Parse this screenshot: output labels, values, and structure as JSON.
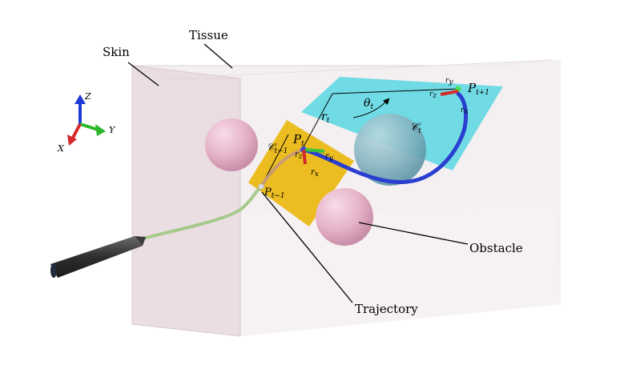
{
  "labels": {
    "skin": "Skin",
    "tissue": "Tissue",
    "obstacle": "Obstacle",
    "trajectory": "Trajectory"
  },
  "axes": {
    "z": "Z",
    "y": "Y",
    "x": "X"
  },
  "math": {
    "p_t": "P",
    "p_t_sub": "t",
    "p_t1": "P",
    "p_t1_sub": "t+1",
    "p_tm1": "P",
    "p_tm1_sub": "t−1",
    "c_t": "𝒞",
    "c_t_sub": "t",
    "c_tm1": "𝒞",
    "c_tm1_sub": "t−1",
    "r_t": "r",
    "r_t_sub": "t",
    "theta_t": "θ",
    "theta_t_sub": "t",
    "rx": "r",
    "rx_sub": "x",
    "ry": "r",
    "ry_sub": "y",
    "rz": "r",
    "rz_sub": "z"
  },
  "colors": {
    "tissue_box": "#efe6ea",
    "obstacle": "#e8b4cc",
    "plane_current": "#46d4e0",
    "plane_previous": "#e9b90f",
    "path_future": "#2a3fd0",
    "path_past": "#a6c98c",
    "needle_body": "#3a3a3a",
    "axis_x": "#d42a2a",
    "axis_y": "#2ab82a",
    "axis_z": "#1e3ad6"
  }
}
